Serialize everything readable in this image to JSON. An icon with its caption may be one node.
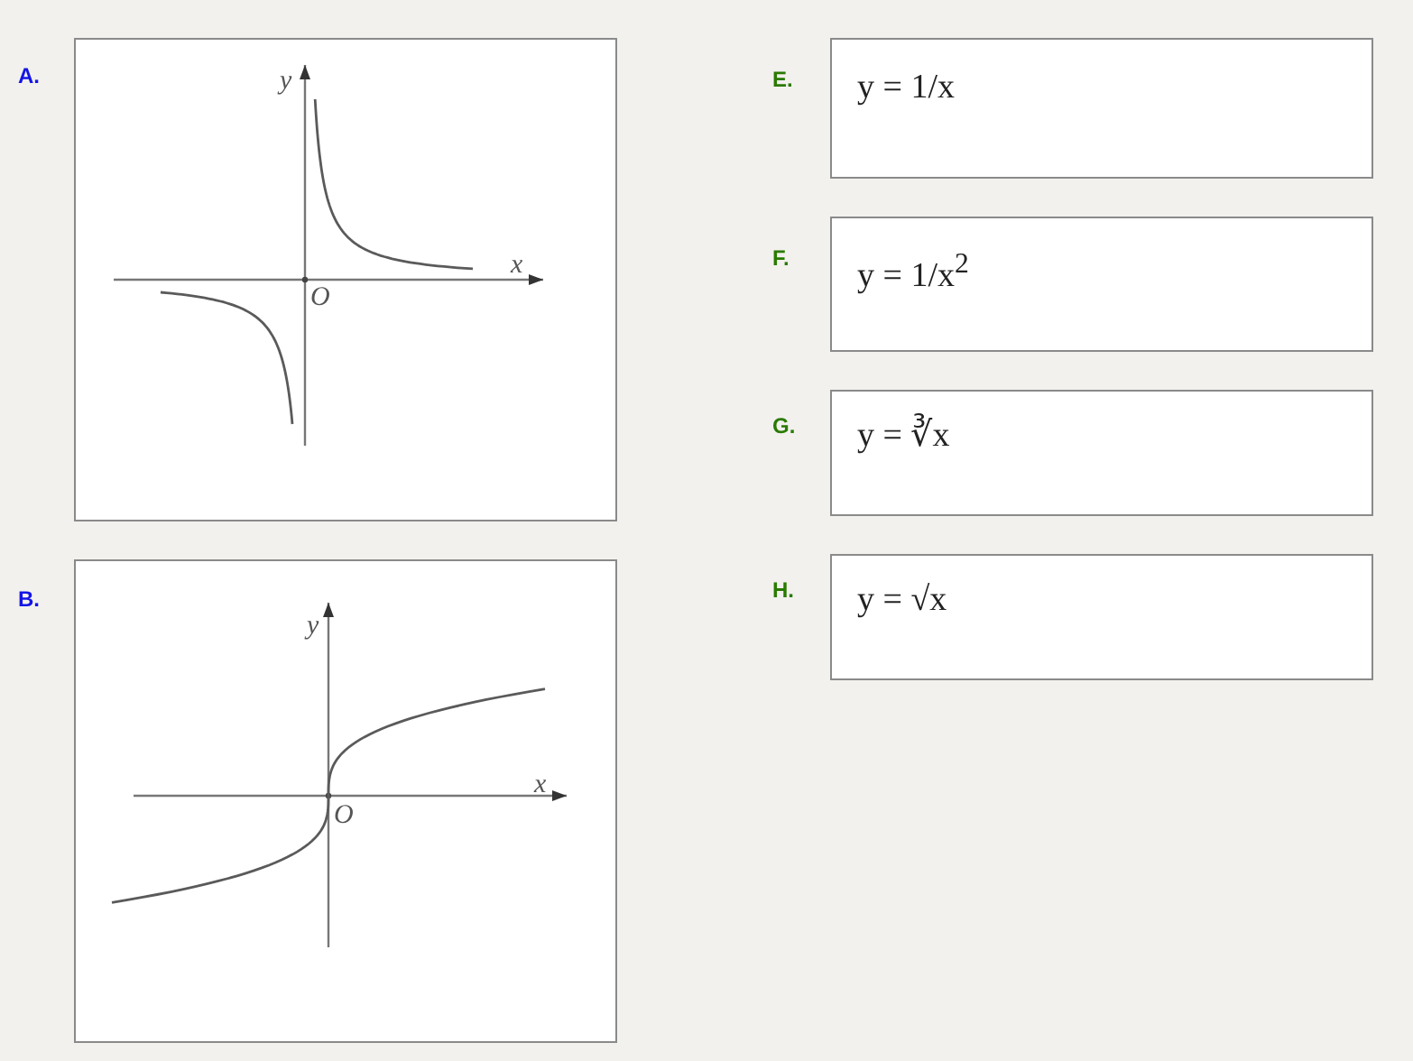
{
  "diagram": {
    "nodes": [
      {
        "text": [
          "A.",
          "y",
          "x",
          "O"
        ]
      },
      {
        "text": [
          "B.",
          "y",
          "x",
          "O"
        ]
      },
      {
        "text": [
          "E.",
          "y = 1/x"
        ]
      },
      {
        "text": [
          "F.",
          "y = 1/x$^{2}$"
        ]
      },
      {
        "text": [
          "G.",
          "y = ∛x"
        ]
      },
      {
        "text": [
          "H.",
          "y = √x"
        ]
      }
    ]
  }
}
